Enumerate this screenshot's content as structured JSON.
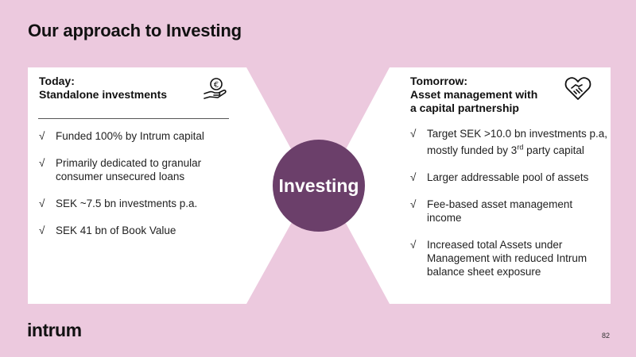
{
  "slide": {
    "title": "Our approach to Investing",
    "page_number": "82",
    "logo_text": "intrum",
    "center_label": "Investing"
  },
  "today": {
    "heading_line1": "Today:",
    "heading_line2": "Standalone investments",
    "icon": "hand-coin-euro-icon",
    "bullets": [
      "Funded 100% by Intrum capital",
      "Primarily dedicated to granular consumer unsecured loans",
      "SEK ~7.5 bn investments p.a.",
      "SEK 41 bn of Book Value"
    ]
  },
  "tomorrow": {
    "heading_line1": "Tomorrow:",
    "heading_line2": "Asset management with",
    "heading_line3": "a capital partnership",
    "icon": "handshake-heart-icon",
    "bullet1_a": "Target SEK >10.0 bn investments p.a, mostly funded by 3",
    "bullet1_sup": "rd",
    "bullet1_b": " party capital",
    "bullets": [
      "Larger addressable pool of assets",
      "Fee-based asset management income",
      "Increased total Assets under Management with reduced Intrum balance sheet exposure"
    ]
  },
  "check_mark": "√",
  "colors": {
    "background": "#ecc9de",
    "panel": "#ffffff",
    "accent_purple": "#6b3f6a"
  }
}
